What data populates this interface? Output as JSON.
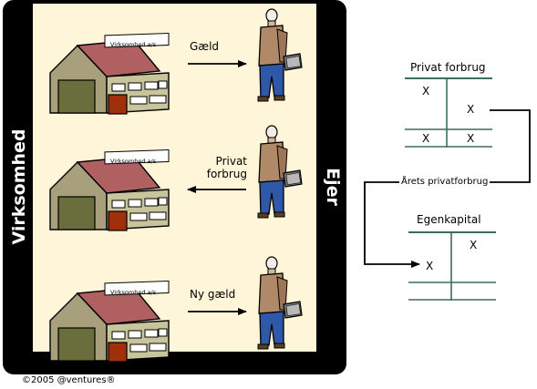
{
  "diagram": {
    "left_label": "Virksomhed",
    "right_label": "Ejer",
    "company_sign": "Virksomhed a/s",
    "flows": [
      {
        "label": "Gæld",
        "direction": "right"
      },
      {
        "label": "Privat\nforbrug",
        "direction": "left"
      },
      {
        "label": "Ny gæld",
        "direction": "right"
      }
    ],
    "copyright": "©2005 @ventures®"
  },
  "accounts": {
    "private": {
      "title": "Privat forbrug",
      "marks": [
        "X",
        "X",
        "X",
        "X"
      ]
    },
    "transfer_label": "Årets privatforbrug",
    "equity": {
      "title": "Egenkapital",
      "marks": [
        "X",
        "X"
      ]
    }
  },
  "colors": {
    "frame": "#000000",
    "panel": "#fff5d8",
    "roof": "#b06060",
    "building_wall": "#c8c49c",
    "door": "#a0300c",
    "shirt": "#d0b89a",
    "jacket": "#b08a68",
    "pants": "#2f58a8",
    "line": "#3c6e5a"
  }
}
